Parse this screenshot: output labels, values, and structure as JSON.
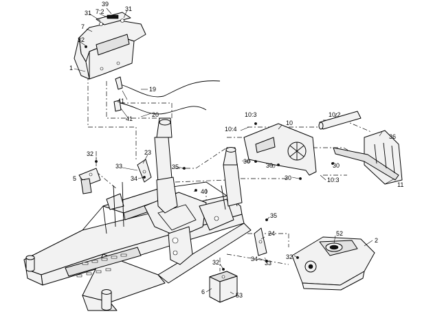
{
  "callouts": {
    "c1": "1",
    "c2": "2",
    "c5": "5",
    "c6": "6",
    "c7": "7",
    "c7_2": "7:2",
    "c10": "10",
    "c10_2": "10:2",
    "c10_3a": "10:3",
    "c10_3b": "10:3",
    "c10_4": "10:4",
    "c11": "11",
    "c19": "19",
    "c20": "20",
    "c23": "23",
    "c24": "24",
    "c30a": "30",
    "c30b": "30",
    "c30c": "30",
    "c30d": "30",
    "c31a": "31",
    "c31b": "31",
    "c32a": "32",
    "c32b": "32",
    "c32c": "32",
    "c32d": "32",
    "c33a": "33",
    "c33b": "33",
    "c34a": "34",
    "c34b": "34",
    "c35a": "35",
    "c35b": "35",
    "c36": "36",
    "c39": "39",
    "c40": "40",
    "c41a": "41",
    "c41b": "41",
    "c52": "52",
    "c53": "53"
  }
}
